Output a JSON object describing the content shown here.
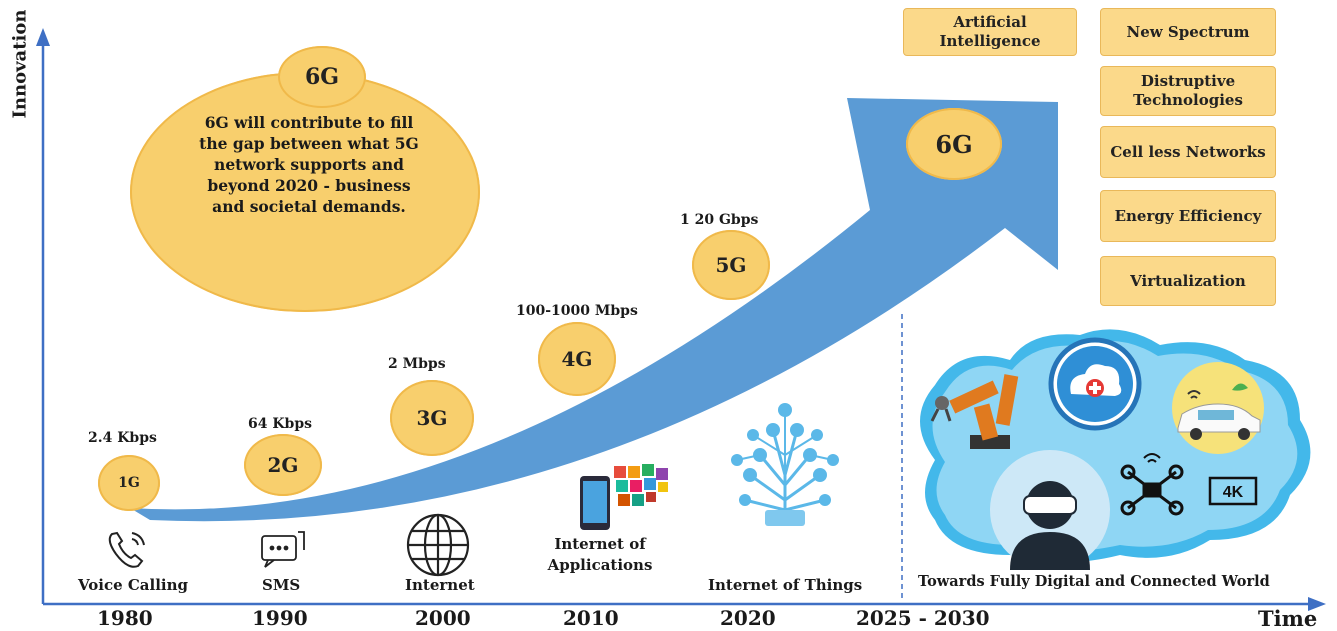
{
  "axes": {
    "y_label": "Innovation",
    "x_label": "Time"
  },
  "years": [
    "1980",
    "1990",
    "2000",
    "2010",
    "2020",
    "2025 - 2030"
  ],
  "generations": [
    {
      "name": "1G",
      "speed": "2.4 Kbps",
      "application": "Voice Calling",
      "icon": "phone-icon"
    },
    {
      "name": "2G",
      "speed": "64 Kbps",
      "application": "SMS",
      "icon": "message-icon"
    },
    {
      "name": "3G",
      "speed": "2 Mbps",
      "application": "Internet",
      "icon": "globe-icon"
    },
    {
      "name": "4G",
      "speed": "100-1000 Mbps",
      "application": "Internet of Applications",
      "icon": "apps-icon"
    },
    {
      "name": "5G",
      "speed": "1 20 Gbps",
      "application": "Internet of Things",
      "icon": "iot-tree-icon"
    },
    {
      "name": "6G",
      "speed": "",
      "application": "",
      "icon": ""
    }
  ],
  "bubble": {
    "title": "6G",
    "text": "6G will contribute to fill the gap between what 5G network supports and beyond 2020 - business and societal demands."
  },
  "features_left": [
    "Artificial Intelligence"
  ],
  "features_right": [
    "New Spectrum",
    "Distruptive Technologies",
    "Cell less Networks",
    "Energy Efficiency",
    "Virtualization"
  ],
  "future": {
    "caption": "Towards Fully Digital and Connected World",
    "icons": [
      "robot-arm-icon",
      "cloud-health-icon",
      "car-icon",
      "vr-headset-icon",
      "drone-icon",
      "4k-icon"
    ],
    "badge": "4K"
  },
  "colors": {
    "arrow": "#5b9bd5",
    "circle": "#f8cf6d",
    "box": "#fbd98a",
    "cloud": "#3fb6e8"
  }
}
